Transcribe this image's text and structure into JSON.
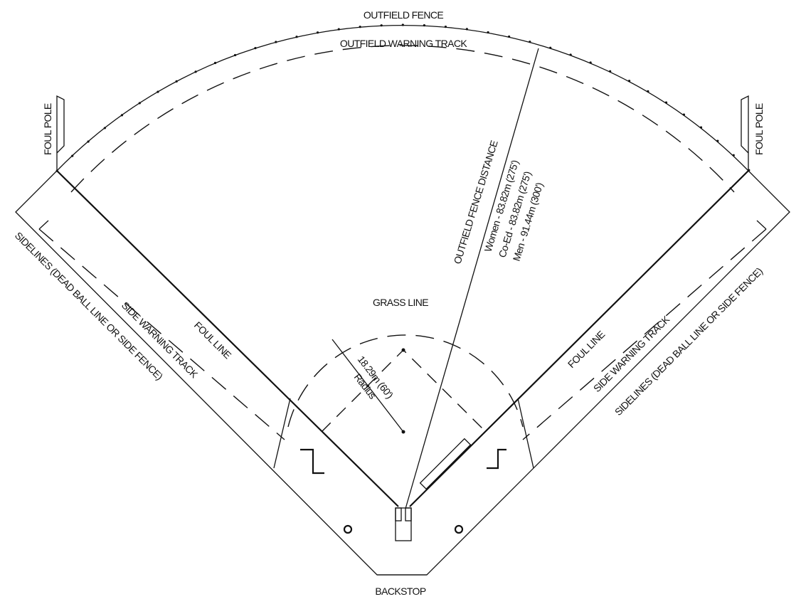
{
  "labels": {
    "outfield_fence": "OUTFIELD FENCE",
    "outfield_warning_track": "OUTFIELD WARNING TRACK",
    "foul_pole_left": "FOUL POLE",
    "foul_pole_right": "FOUL POLE",
    "sidelines_left": "SIDELINES  (DEAD BALL LINE OR SIDE FENCE)",
    "sidelines_right": "SIDELINES  (DEAD BALL LINE OR SIDE FENCE)",
    "side_warning_track_left": "SIDE WARNING TRACK",
    "side_warning_track_right": "SIDE WARNING TRACK",
    "foul_line_left": "FOUL LINE",
    "foul_line_right": "FOUL LINE",
    "grass_line": "GRASS LINE",
    "radius_value": "18.29m (60')",
    "radius_label": "Radius",
    "fence_distance_title": "OUTFIELD FENCE DISTANCE",
    "fence_distance_women": "Women - 83.82m (275')",
    "fence_distance_coed": "Co-Ed - 83.82m (275')",
    "fence_distance_men": "Men - 91.44m (300')",
    "backstop": "BACKSTOP"
  }
}
